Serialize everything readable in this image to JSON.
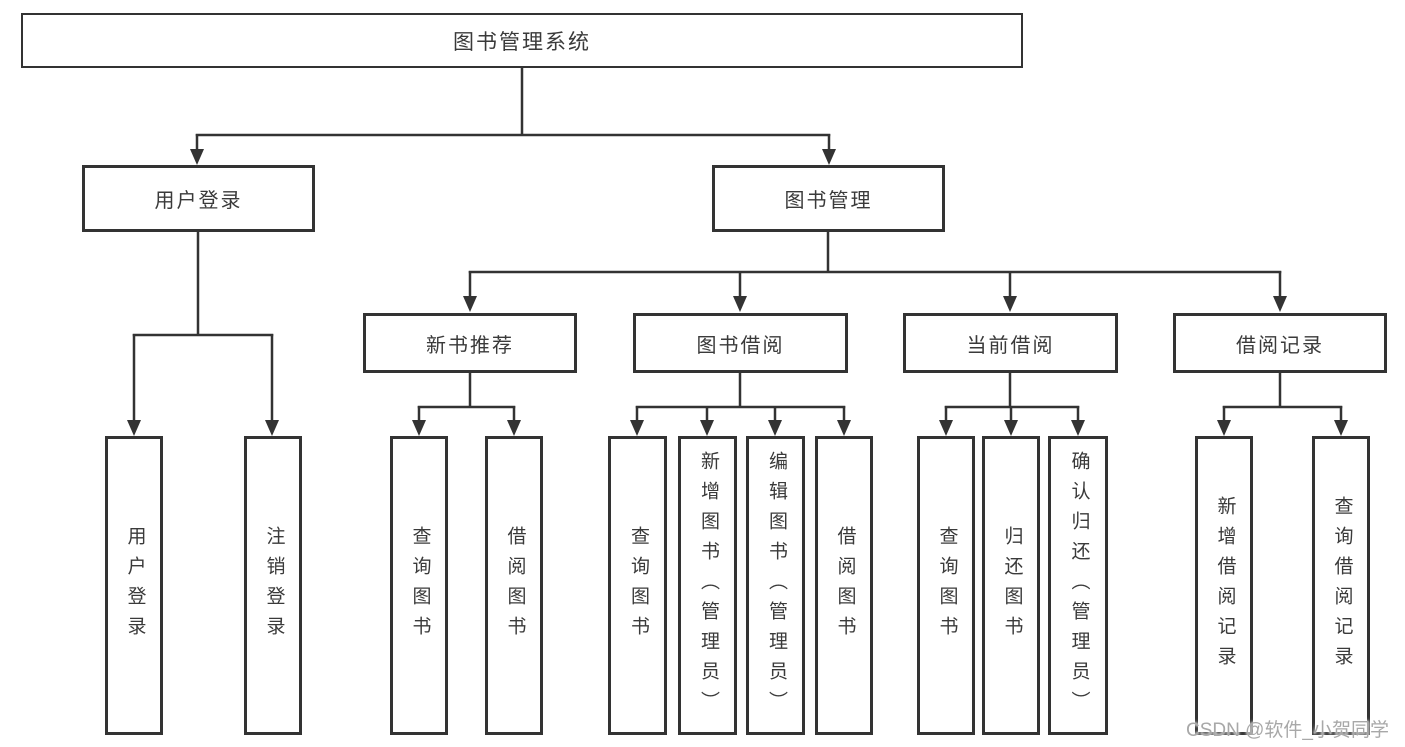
{
  "root": {
    "label": "图书管理系统"
  },
  "level2": [
    {
      "label": "用户登录"
    },
    {
      "label": "图书管理"
    }
  ],
  "level3": [
    {
      "label": "新书推荐"
    },
    {
      "label": "图书借阅"
    },
    {
      "label": "当前借阅"
    },
    {
      "label": "借阅记录"
    }
  ],
  "leaves": [
    {
      "label": "用户登录"
    },
    {
      "label": "注销登录"
    },
    {
      "label": "查询图书"
    },
    {
      "label": "借阅图书"
    },
    {
      "label": "查询图书"
    },
    {
      "label": "新增图书（管理员）"
    },
    {
      "label": "编辑图书（管理员）"
    },
    {
      "label": "借阅图书"
    },
    {
      "label": "查询图书"
    },
    {
      "label": "归还图书"
    },
    {
      "label": "确认归还（管理员）"
    },
    {
      "label": "新增借阅记录"
    },
    {
      "label": "查询借阅记录"
    }
  ],
  "watermark": {
    "text": "CSDN @软件_小贺同学"
  },
  "colors": {
    "line": "#333333",
    "box_border": "#333333",
    "box_fill": "#ffffff",
    "text": "#3a3a3a",
    "watermark": "#a8a8a8"
  }
}
